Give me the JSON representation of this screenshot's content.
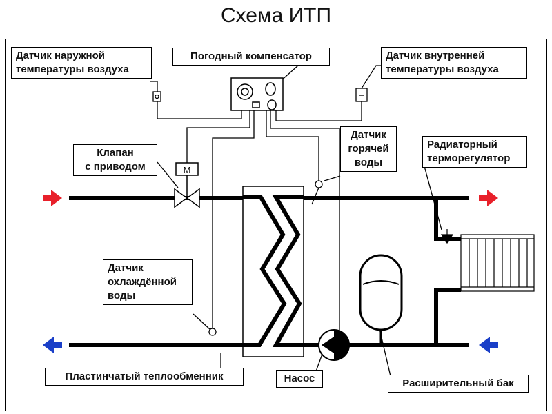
{
  "title": "Схема ИТП",
  "labels": {
    "outdoor_sensor": [
      "Датчик наружной",
      "температуры воздуха"
    ],
    "weather_compensator": [
      "Погодный компенсатор"
    ],
    "indoor_sensor": [
      "Датчик внутренней",
      "температуры воздуха"
    ],
    "valve": [
      "Клапан",
      "с приводом"
    ],
    "hot_water_sensor": [
      "Датчик",
      "горячей",
      "воды"
    ],
    "radiator_thermostat": [
      "Радиаторный",
      "терморегулятор"
    ],
    "cooled_water_sensor": [
      "Датчик",
      "охлаждённой",
      "воды"
    ],
    "plate_heat_exchanger": [
      "Пластинчатый теплообменник"
    ],
    "pump": [
      "Насос"
    ],
    "expansion_tank": [
      "Расширительный бак"
    ]
  },
  "valve_actuator_mark": "M",
  "colors": {
    "supply_arrow": "#e8202a",
    "return_arrow": "#1a3fc8",
    "line": "#000000"
  },
  "icons": [
    "arrow-right-icon",
    "arrow-left-icon",
    "valve-icon",
    "pump-icon",
    "radiator-icon",
    "expansion-tank-icon",
    "sensor-icon",
    "controller-icon"
  ]
}
